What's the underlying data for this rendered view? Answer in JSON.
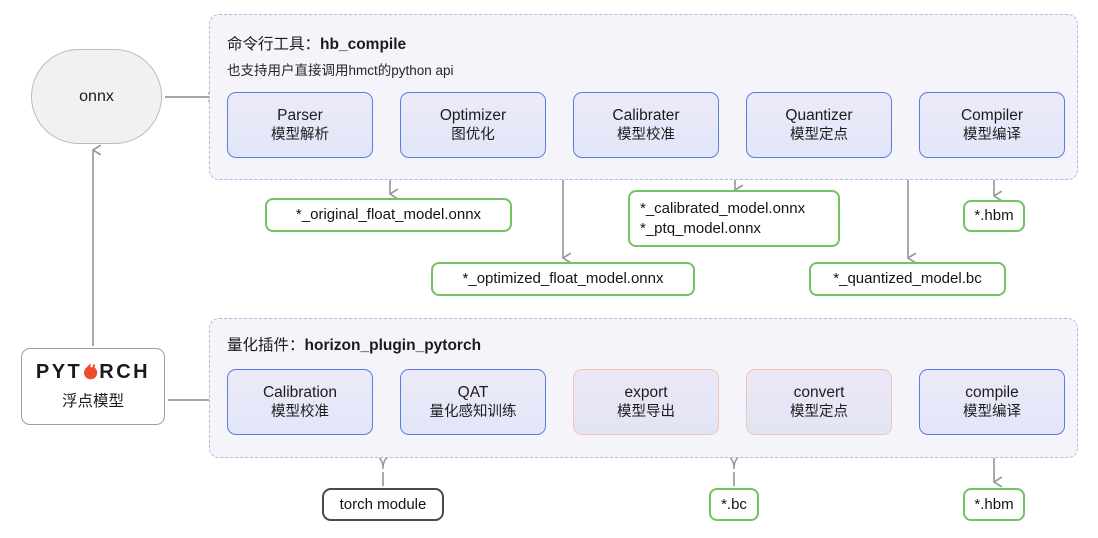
{
  "diagram": {
    "title": "HB compile and horizon_plugin_pytorch workflow",
    "colors": {
      "panel_bg": "#f6f4fb",
      "panel_border": "#b9b3e0",
      "stage_border_blue": "#5b7de0",
      "stage_border_salmon": "#eec4bb",
      "artifact_border_green": "#74c260",
      "plain_border_gray": "#4a4a4a",
      "arrow_gray": "#9a9a9a",
      "pytorch_orange": "#ee4c2c"
    }
  },
  "inputs": {
    "onnx_label": "onnx",
    "pytorch_logo_pre": "PYT",
    "pytorch_logo_post": "RCH",
    "pytorch_flame_icon": "flame-icon",
    "pytorch_zh": "浮点模型"
  },
  "top_panel": {
    "title_prefix": "命令行工具：",
    "title_name": "hb_compile",
    "subtitle": "也支持用户直接调用hmct的python api",
    "stages": [
      {
        "en": "Parser",
        "zh": "模型解析",
        "style": "blue"
      },
      {
        "en": "Optimizer",
        "zh": "图优化",
        "style": "blue"
      },
      {
        "en": "Calibrater",
        "zh": "模型校准",
        "style": "blue"
      },
      {
        "en": "Quantizer",
        "zh": "模型定点",
        "style": "blue"
      },
      {
        "en": "Compiler",
        "zh": "模型编译",
        "style": "blue"
      }
    ]
  },
  "bottom_panel": {
    "title_prefix": "量化插件：",
    "title_name": "horizon_plugin_pytorch",
    "stages": [
      {
        "en": "Calibration",
        "zh": "模型校准",
        "style": "blue"
      },
      {
        "en": "QAT",
        "zh": "量化感知训练",
        "style": "blue"
      },
      {
        "en": "export",
        "zh": "模型导出",
        "style": "salmon"
      },
      {
        "en": "convert",
        "zh": "模型定点",
        "style": "salmon"
      },
      {
        "en": "compile",
        "zh": "模型编译",
        "style": "blue"
      }
    ]
  },
  "artifacts_top": [
    {
      "id": "original-float-model",
      "lines": [
        "*_original_float_model.onnx"
      ]
    },
    {
      "id": "calibrated-ptq-model",
      "lines": [
        "*_calibrated_model.onnx",
        "*_ptq_model.onnx"
      ]
    },
    {
      "id": "hbm-top",
      "lines": [
        "*.hbm"
      ]
    },
    {
      "id": "optimized-float-model",
      "lines": [
        "*_optimized_float_model.onnx"
      ]
    },
    {
      "id": "quantized-model-bc",
      "lines": [
        "*_quantized_model.bc"
      ]
    }
  ],
  "artifacts_bottom": [
    {
      "id": "torch-module",
      "lines": [
        "torch module"
      ],
      "style": "plain"
    },
    {
      "id": "bc",
      "lines": [
        "*.bc"
      ],
      "style": "green"
    },
    {
      "id": "hbm-bottom",
      "lines": [
        "*.hbm"
      ],
      "style": "green"
    }
  ]
}
